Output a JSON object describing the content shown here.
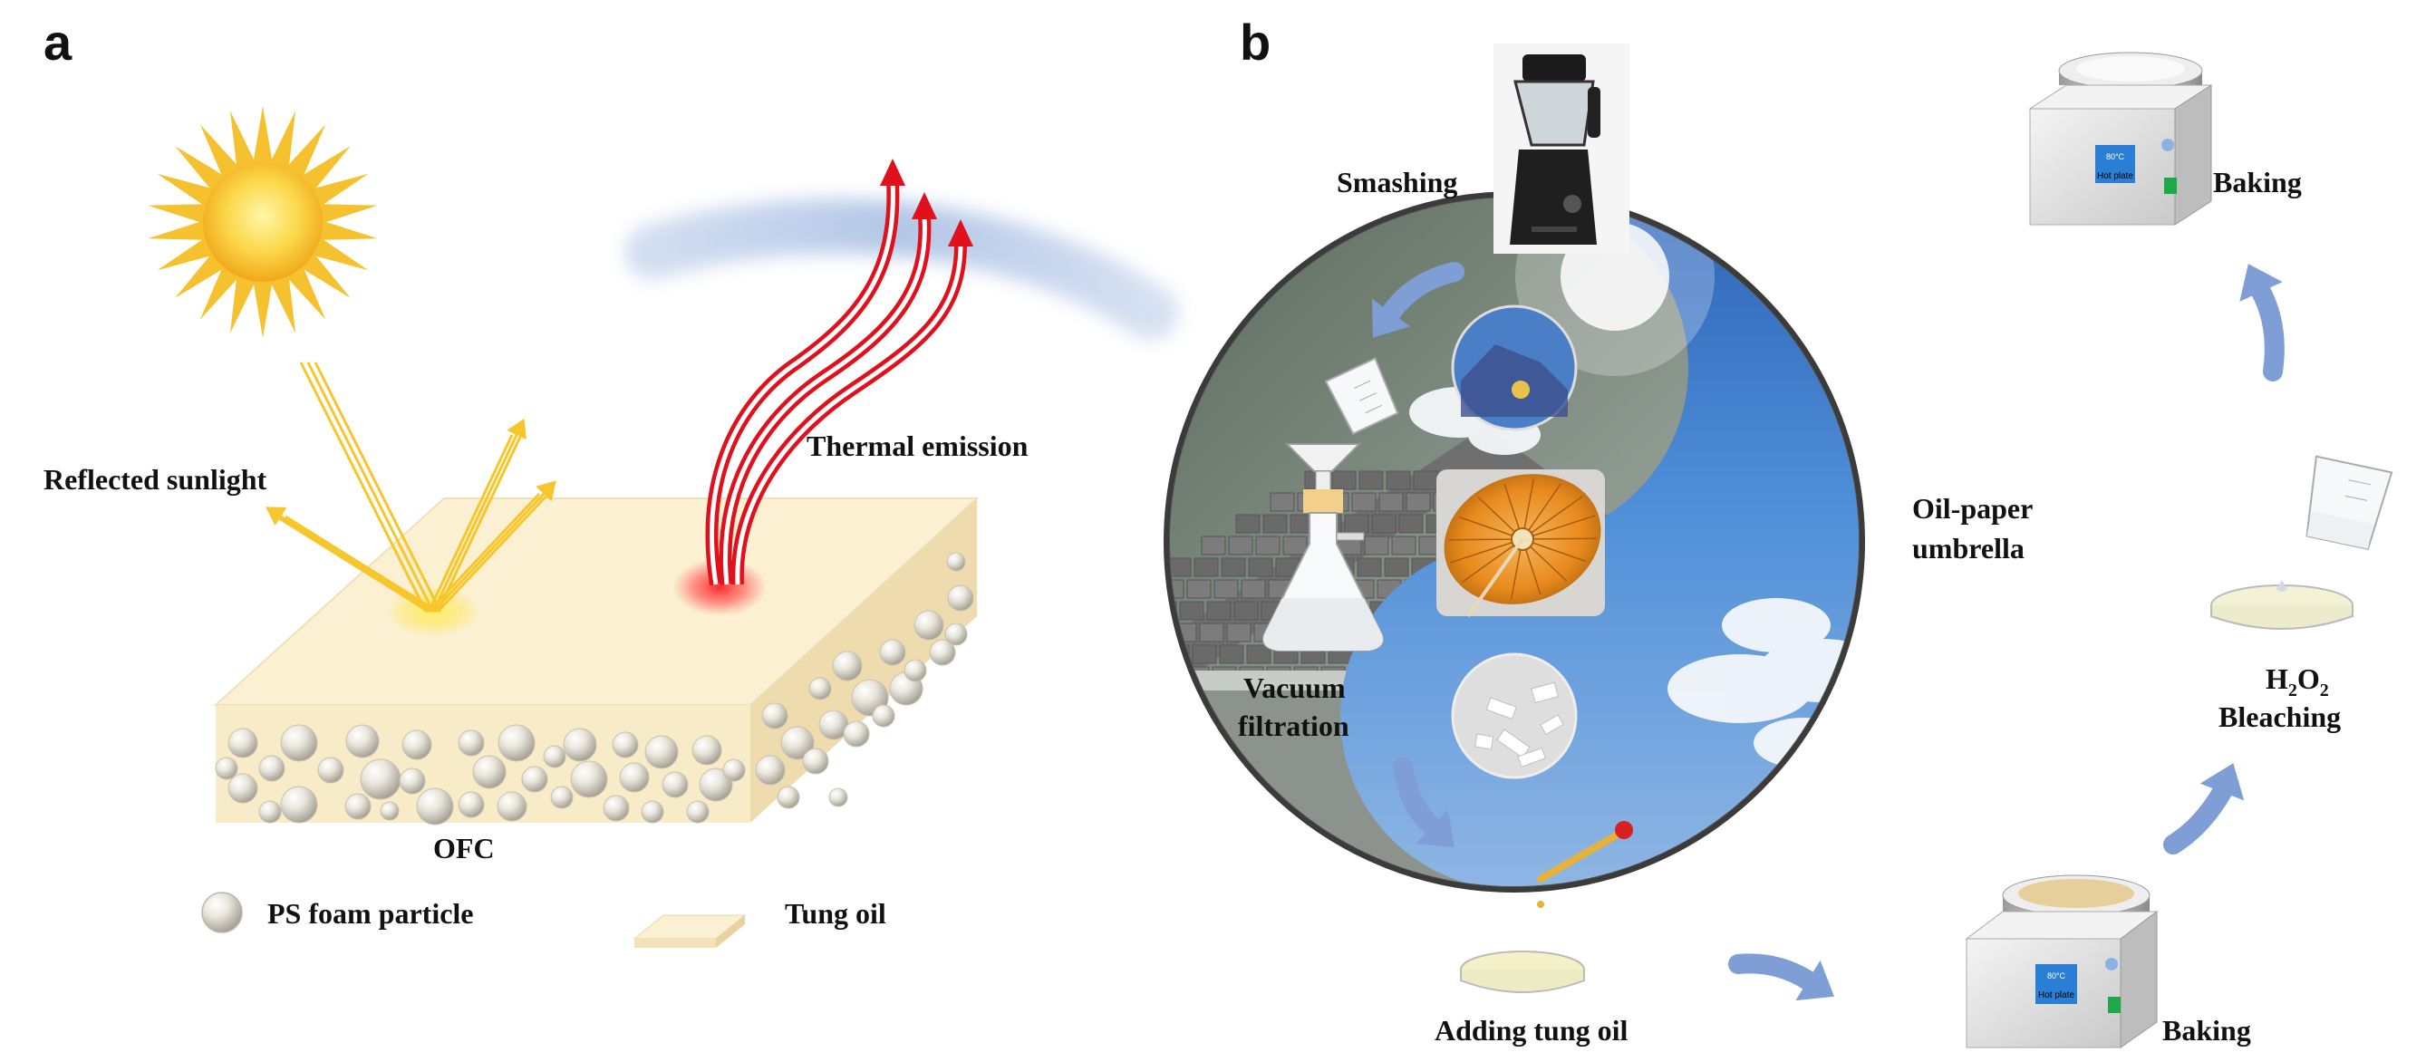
{
  "panel_a": {
    "letter": "a",
    "labels": {
      "reflected": "Reflected sunlight",
      "thermal": "Thermal  emission",
      "ofc": "OFC"
    },
    "legend": {
      "particle": "PS foam particle",
      "oil": "Tung oil"
    }
  },
  "panel_b": {
    "letter": "b",
    "steps": {
      "smashing": "Smashing",
      "baking_top": "Baking",
      "vacuum_1": "Vacuum",
      "vacuum_2": "filtration",
      "h2o2_h": "H",
      "h2o2_sub1": "2",
      "h2o2_o": "O",
      "h2o2_sub2": "2",
      "bleaching": "Bleaching",
      "adding": "Adding tung oil",
      "baking_bottom": "Baking"
    },
    "center": {
      "umbrella_1": "Oil-paper",
      "umbrella_2": "umbrella"
    },
    "hotplate": {
      "label": "Hot plate",
      "display": "80°C"
    }
  },
  "colors": {
    "sun": "#f7c62a",
    "emission": "#e0101c",
    "arrow_blue": "#7f9ed6",
    "foam_block": "#f8eccb",
    "sky": "#3a78c9"
  }
}
